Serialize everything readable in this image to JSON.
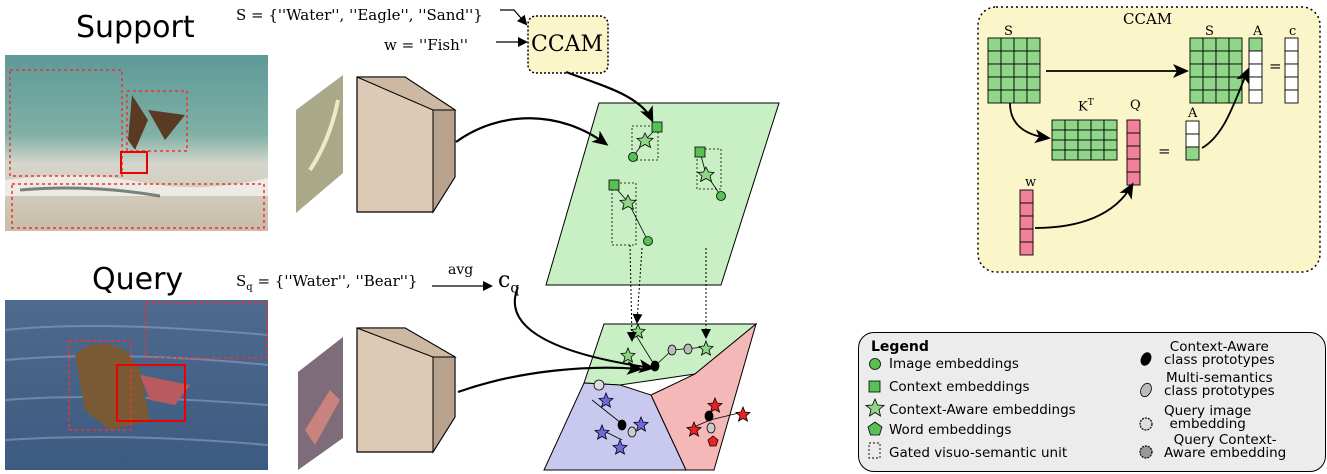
{
  "support": {
    "title": "Support",
    "set_text": "S = {''Water'', ''Eagle'', ''Sand''}",
    "word_text": "w = ''Fish''"
  },
  "query": {
    "title": "Query",
    "set_text_pre": "S",
    "set_sub": "q",
    "set_text_post": " = {''Water'', ''Bear''}",
    "avg_label": "avg",
    "cq_main": "c",
    "cq_sub": "q"
  },
  "ccam_box_label": "CCAM",
  "ccam_panel": {
    "title": "CCAM",
    "S1": "S",
    "S2": "S",
    "A1": "A",
    "c": "c",
    "KT": "K",
    "T": "T",
    "Q": "Q",
    "A2": "A",
    "w": "w",
    "eq": "="
  },
  "legend": {
    "title": "Legend",
    "items": [
      {
        "icon": "circle-icon",
        "label": "Image embeddings"
      },
      {
        "icon": "square-icon",
        "label": "Context embeddings"
      },
      {
        "icon": "star-icon",
        "label": "Context-Aware embeddings"
      },
      {
        "icon": "pentagon-icon",
        "label": "Word embeddings"
      },
      {
        "icon": "dotted-box-icon",
        "label": "Gated visuo-semantic unit"
      },
      {
        "icon": "black-ellipse-icon",
        "label": "Context-Aware\nclass prototypes"
      },
      {
        "icon": "gray-ellipse-icon",
        "label": "Multi-semantics\nclass prototypes"
      },
      {
        "icon": "query-image-icon",
        "label": "Query image\nembedding"
      },
      {
        "icon": "query-context-icon",
        "label": "Query Context-\nAware embedding"
      }
    ]
  },
  "colors": {
    "green": "#c8f0c4",
    "greenCell": "#8fd689",
    "yellowPanel": "#fbf6c9",
    "pink": "#f2809a",
    "blue": "#c9c9f0",
    "red": "#f4b8b8",
    "cube": "#dcc9b6"
  }
}
